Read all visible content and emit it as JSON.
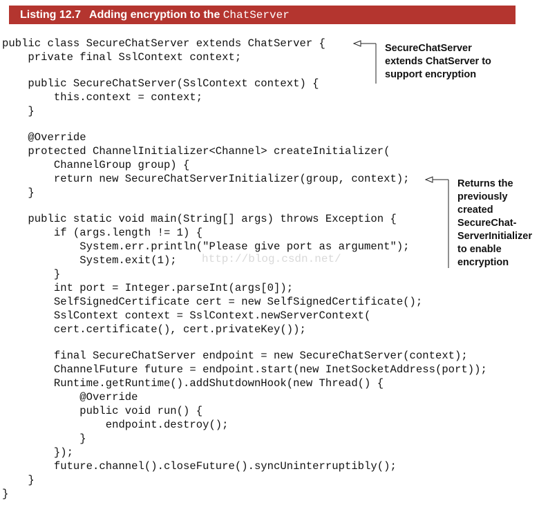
{
  "listing": {
    "number": "Listing 12.7",
    "title_prefix": "Adding encryption to the ",
    "title_code": "ChatServer"
  },
  "code_lines": [
    "public class SecureChatServer extends ChatServer {",
    "    private final SslContext context;",
    "",
    "    public SecureChatServer(SslContext context) {",
    "        this.context = context;",
    "    }",
    "",
    "    @Override",
    "    protected ChannelInitializer<Channel> createInitializer(",
    "        ChannelGroup group) {",
    "        return new SecureChatServerInitializer(group, context);",
    "    }",
    "",
    "    public static void main(String[] args) throws Exception {",
    "        if (args.length != 1) {",
    "            System.err.println(\"Please give port as argument\");",
    "            System.exit(1);",
    "        }",
    "        int port = Integer.parseInt(args[0]);",
    "        SelfSignedCertificate cert = new SelfSignedCertificate();",
    "        SslContext context = SslContext.newServerContext(",
    "        cert.certificate(), cert.privateKey());",
    "",
    "        final SecureChatServer endpoint = new SecureChatServer(context);",
    "        ChannelFuture future = endpoint.start(new InetSocketAddress(port));",
    "        Runtime.getRuntime().addShutdownHook(new Thread() {",
    "            @Override",
    "            public void run() {",
    "                endpoint.destroy();",
    "            }",
    "        });",
    "        future.channel().closeFuture().syncUninterruptibly();",
    "    }",
    "}"
  ],
  "annotations": [
    {
      "lines": [
        "SecureChatServer",
        "extends ChatServer to",
        "support encryption"
      ]
    },
    {
      "lines": [
        "Returns the",
        "previously",
        "created",
        "SecureChat-",
        "ServerInitializer",
        "to enable",
        "encryption"
      ]
    }
  ],
  "watermark": "http://blog.csdn.net/",
  "colors": {
    "header_bg": "#b4352f",
    "header_text": "#ffffff",
    "text": "#111111"
  }
}
